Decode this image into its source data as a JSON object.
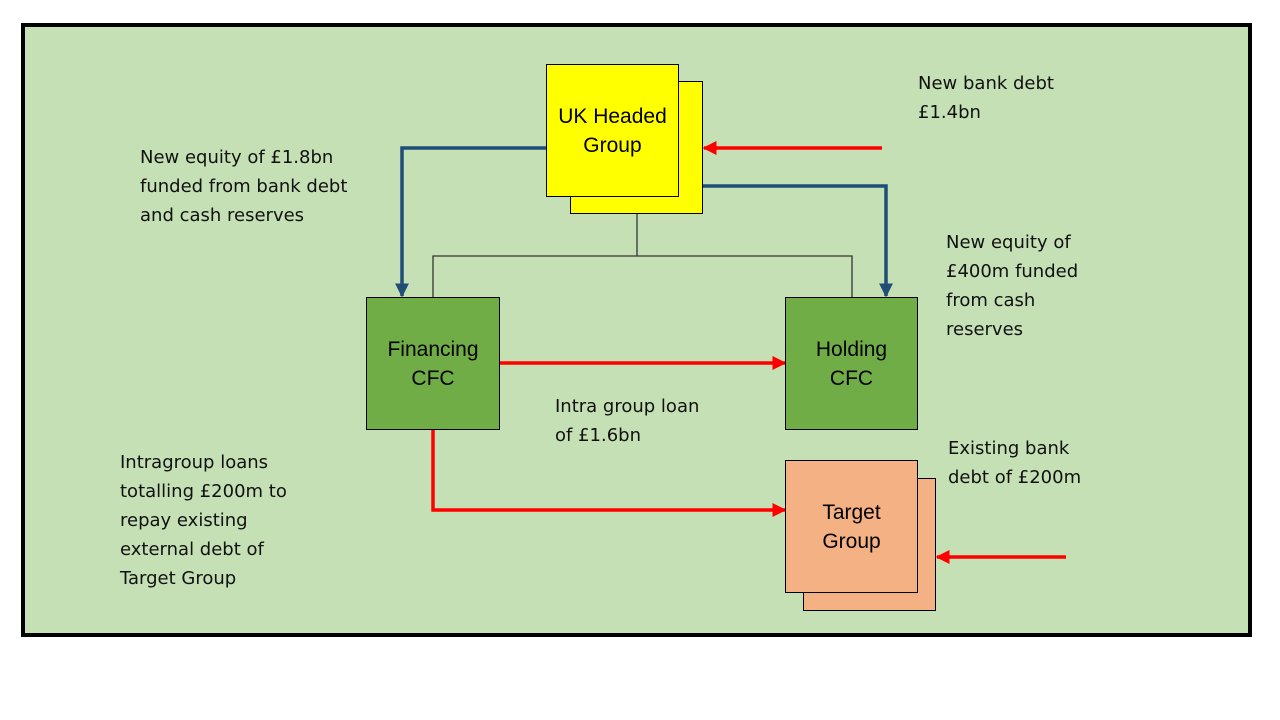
{
  "colors": {
    "background": "#c5e0b4",
    "equity_arrow": "#1f4e79",
    "loan_arrow": "#ff0000",
    "uk_group_fill": "#ffff00",
    "cfc_fill": "#70ad47",
    "target_fill": "#f4b183"
  },
  "nodes": {
    "uk_group": "UK Headed\nGroup",
    "financing_cfc": "Financing\nCFC",
    "holding_cfc": "Holding\nCFC",
    "target_group": "Target\nGroup"
  },
  "annotations": {
    "new_bank_debt": "New bank debt\n£1.4bn",
    "equity_financing": "New equity of £1.8bn\nfunded from bank debt\nand cash reserves",
    "equity_holding": "New equity of\n£400m funded\nfrom cash\nreserves",
    "intra_group_loan": "Intra group loan\nof £1.6bn",
    "intragroup_loans_target": "Intragroup loans\ntotalling £200m to\nrepay existing\nexternal debt of\nTarget Group",
    "existing_bank_debt": "Existing bank\ndebt of £200m"
  }
}
